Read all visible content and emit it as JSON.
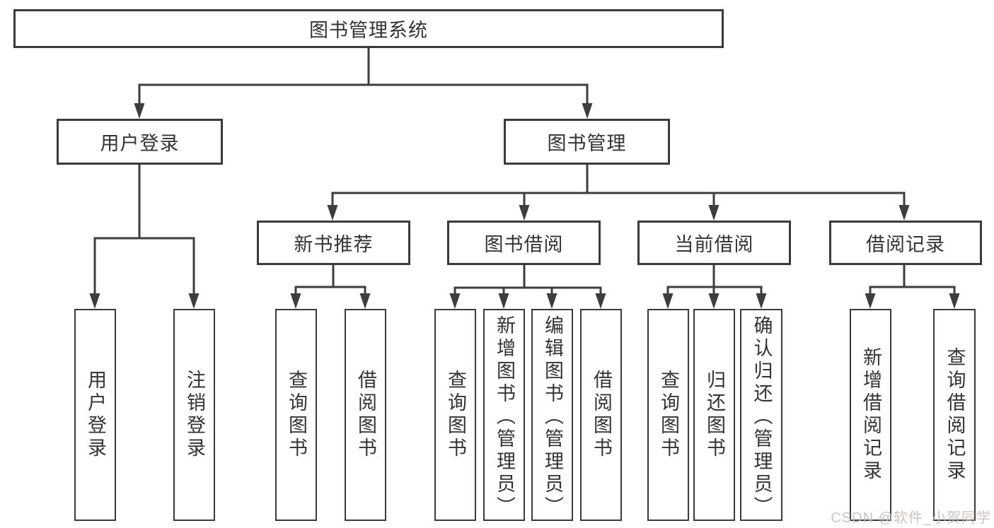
{
  "tree": {
    "root": {
      "label": "图书管理系统"
    },
    "level2": [
      {
        "label": "用户登录",
        "children": [
          {
            "label": "用户登录"
          },
          {
            "label": "注销登录"
          }
        ]
      },
      {
        "label": "图书管理",
        "children": [
          {
            "label": "新书推荐",
            "children": [
              {
                "label": "查询图书"
              },
              {
                "label": "借阅图书"
              }
            ]
          },
          {
            "label": "图书借阅",
            "children": [
              {
                "label": "查询图书"
              },
              {
                "label": "新增图书（管理员）"
              },
              {
                "label": "编辑图书（管理员）"
              },
              {
                "label": "借阅图书"
              }
            ]
          },
          {
            "label": "当前借阅",
            "children": [
              {
                "label": "查询图书"
              },
              {
                "label": "归还图书"
              },
              {
                "label": "确认归还（管理员）"
              }
            ]
          },
          {
            "label": "借阅记录",
            "children": [
              {
                "label": "新增借阅记录"
              },
              {
                "label": "查询借阅记录"
              }
            ]
          }
        ]
      }
    ]
  },
  "watermark": {
    "text": "CSDN @软件_小贺同学"
  },
  "colors": {
    "line": "#3d3d3d",
    "text": "#333333",
    "background": "#ffffff",
    "watermark": "#c7bdbd"
  }
}
